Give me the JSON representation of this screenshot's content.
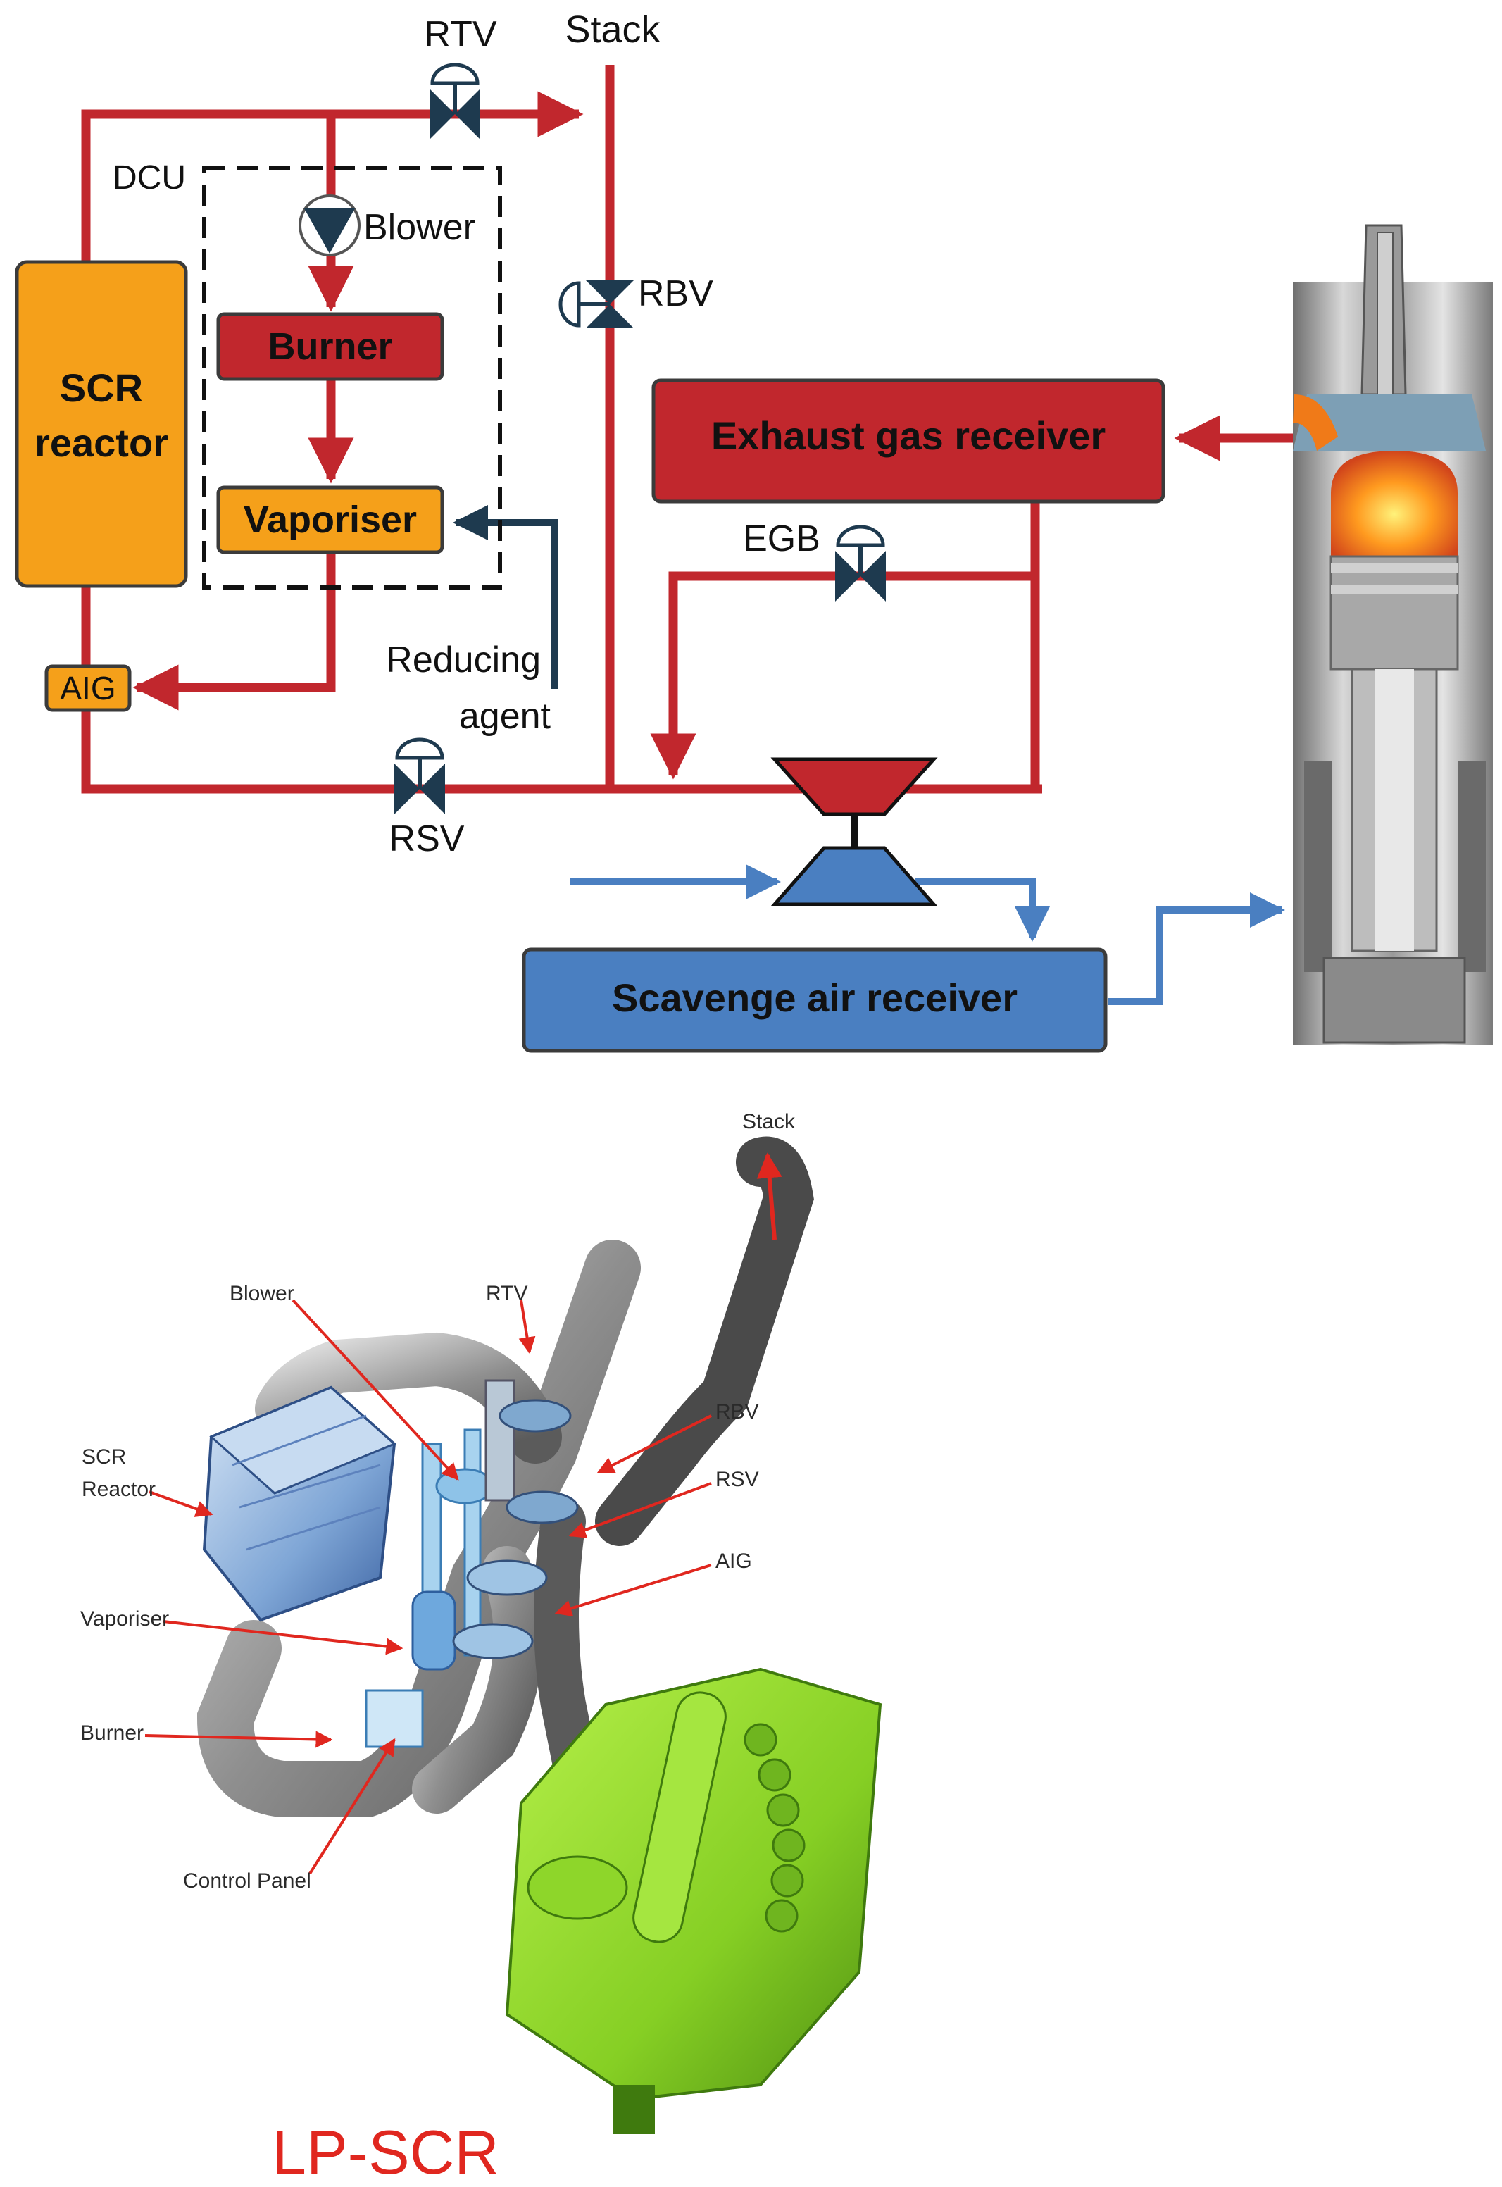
{
  "colors": {
    "exhaust": "#c1272d",
    "air": "#4a7fc1",
    "agent": "#1e3a4f",
    "orange": "#f5a01a",
    "red_box": "#c1272d",
    "blue_box": "#4a7fc1",
    "engine_green": "#8ed62a",
    "title_red": "#e0271f"
  },
  "schematic": {
    "valves": {
      "rtv": "RTV",
      "rbv": "RBV",
      "egb": "EGB",
      "rsv": "RSV"
    },
    "stack": "Stack",
    "dcu": "DCU",
    "blower": "Blower",
    "reducing_agent_line1": "Reducing",
    "reducing_agent_line2": "agent",
    "boxes": {
      "scr_reactor_line1": "SCR",
      "scr_reactor_line2": "reactor",
      "burner": "Burner",
      "vaporiser": "Vaporiser",
      "aig": "AIG",
      "exhaust_gas_receiver": "Exhaust gas receiver",
      "scavenge_air_receiver": "Scavenge air receiver"
    }
  },
  "render_3d": {
    "labels": {
      "stack": "Stack",
      "blower": "Blower",
      "rtv": "RTV",
      "scr_reactor_line1": "SCR",
      "scr_reactor_line2": "Reactor",
      "rbv": "RBV",
      "rsv": "RSV",
      "aig": "AIG",
      "vaporiser": "Vaporiser",
      "burner": "Burner",
      "control_panel": "Control Panel"
    },
    "title": "LP-SCR"
  }
}
